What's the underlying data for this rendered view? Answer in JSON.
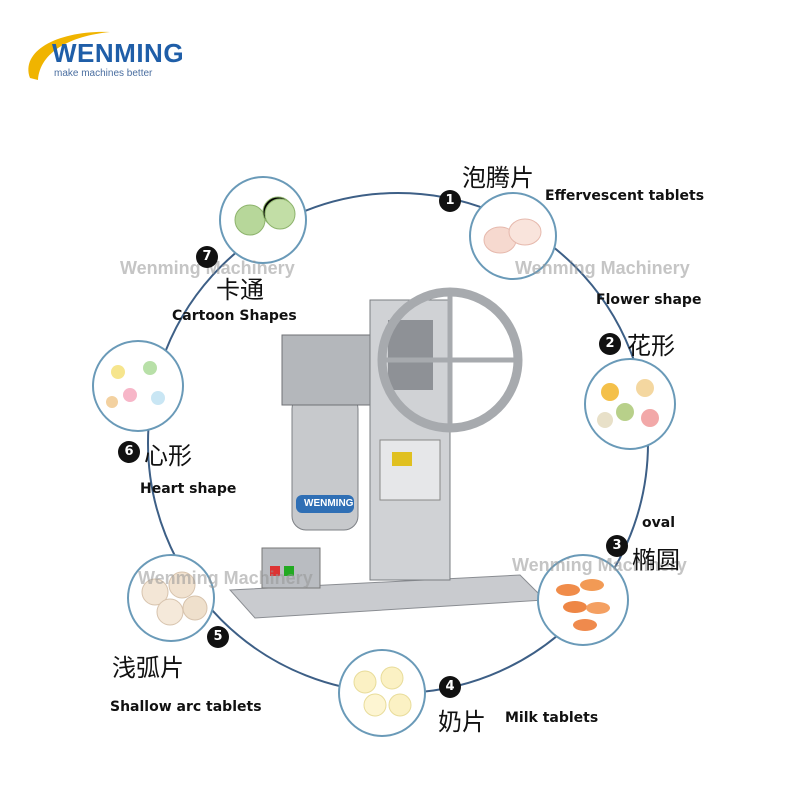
{
  "logo": {
    "brand": "WENMING",
    "tagline": "make machines better"
  },
  "watermark": "Wenming Machinery",
  "machine_badge": "WENMING",
  "items": [
    {
      "number": "1",
      "chinese": "泡腾片",
      "english": "Effervescent tablets"
    },
    {
      "number": "2",
      "chinese": "花形",
      "english": "Flower shape"
    },
    {
      "number": "3",
      "chinese": "椭圆",
      "english": "oval"
    },
    {
      "number": "4",
      "chinese": "奶片",
      "english": "Milk tablets"
    },
    {
      "number": "5",
      "chinese": "浅弧片",
      "english": "Shallow arc tablets"
    },
    {
      "number": "6",
      "chinese": "心形",
      "english": "Heart shape"
    },
    {
      "number": "7",
      "chinese": "卡通",
      "english": "Cartoon Shapes"
    }
  ],
  "colors": {
    "circle_line": "#3d5f86",
    "logo_blue": "#1f5ea8",
    "logo_swoosh": "#f0b400"
  }
}
